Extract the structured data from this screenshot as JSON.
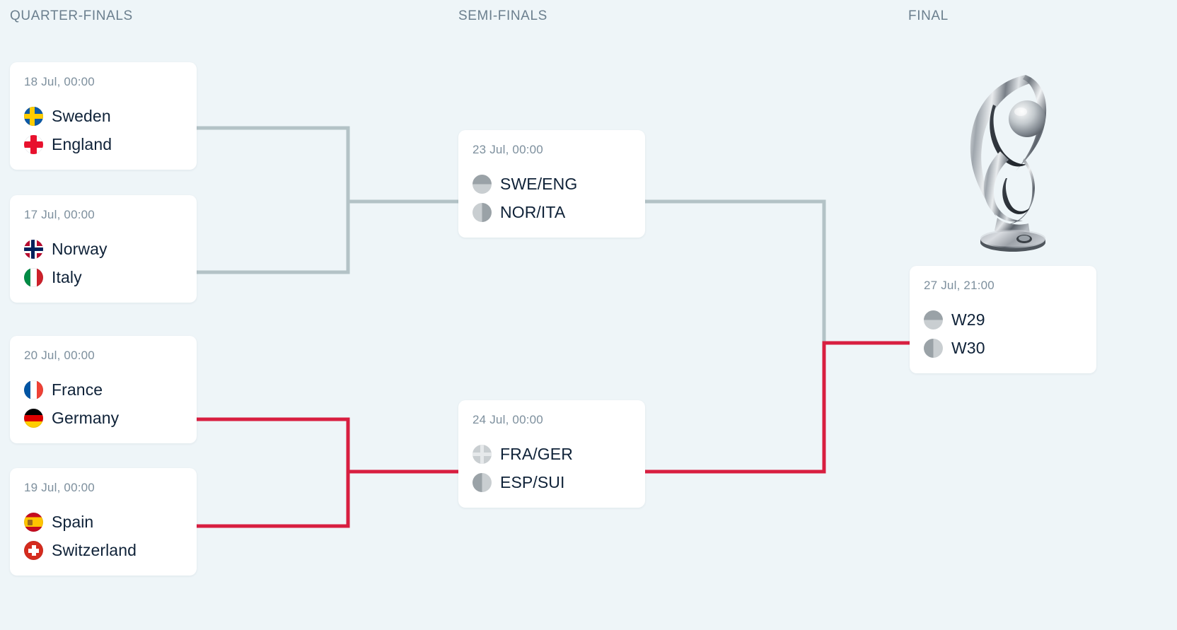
{
  "rounds": [
    {
      "id": "quarter-finals",
      "label": "QUARTER-FINALS"
    },
    {
      "id": "semi-finals",
      "label": "SEMI-FINALS"
    },
    {
      "id": "final",
      "label": "FINAL"
    }
  ],
  "colors": {
    "background": "#eef5f8",
    "card": "#ffffff",
    "header_text": "#6b7f8e",
    "team_text": "#0f2238",
    "date_text": "#7d8f9d",
    "connector_inactive": "#b3c2c6",
    "connector_active": "#d81e40"
  },
  "quarter_finals": [
    {
      "date": "18 Jul, 00:00",
      "teams": [
        {
          "name": "Sweden",
          "flag": "sweden"
        },
        {
          "name": "England",
          "flag": "england"
        }
      ]
    },
    {
      "date": "17 Jul, 00:00",
      "teams": [
        {
          "name": "Norway",
          "flag": "norway"
        },
        {
          "name": "Italy",
          "flag": "italy"
        }
      ]
    },
    {
      "date": "20 Jul, 00:00",
      "teams": [
        {
          "name": "France",
          "flag": "france"
        },
        {
          "name": "Germany",
          "flag": "germany"
        }
      ]
    },
    {
      "date": "19 Jul, 00:00",
      "teams": [
        {
          "name": "Spain",
          "flag": "spain"
        },
        {
          "name": "Switzerland",
          "flag": "switzerland"
        }
      ]
    }
  ],
  "semi_finals": [
    {
      "date": "23 Jul, 00:00",
      "teams": [
        {
          "name": "SWE/ENG",
          "flag": "ph-horizontal"
        },
        {
          "name": "NOR/ITA",
          "flag": "ph-vertical"
        }
      ]
    },
    {
      "date": "24 Jul, 00:00",
      "teams": [
        {
          "name": "FRA/GER",
          "flag": "ph-quad"
        },
        {
          "name": "ESP/SUI",
          "flag": "ph-vertical-r"
        }
      ]
    }
  ],
  "final": {
    "date": "27 Jul, 21:00",
    "teams": [
      {
        "name": "W29",
        "flag": "ph-horizontal"
      },
      {
        "name": "W30",
        "flag": "ph-vertical-r"
      }
    ]
  },
  "trophy": {
    "alt": "uefa-womens-euro-trophy"
  }
}
